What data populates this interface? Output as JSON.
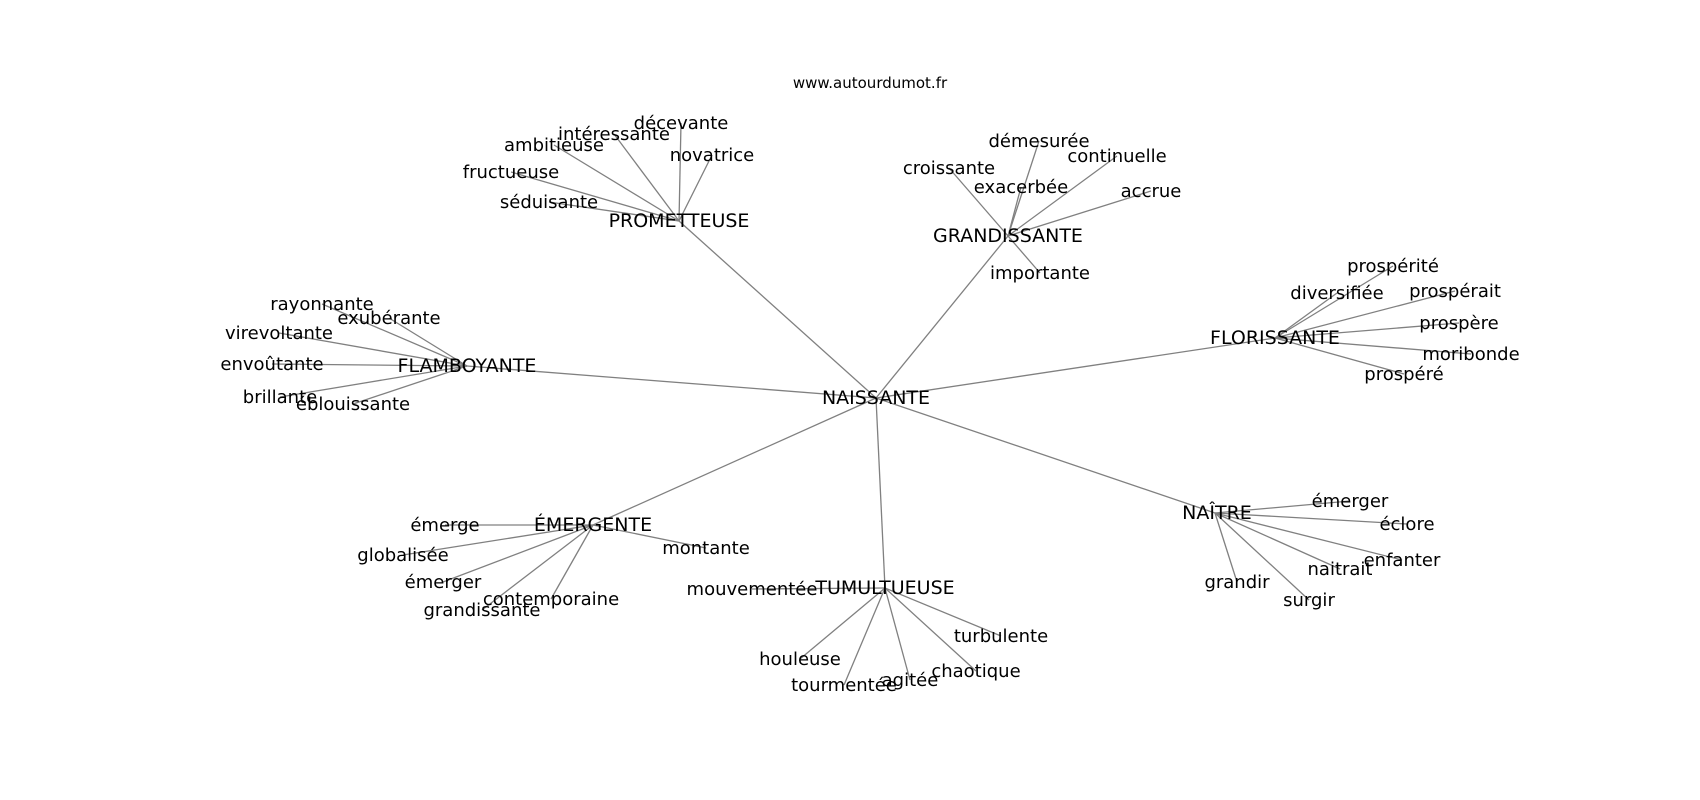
{
  "site": "www.autourdumot.fr",
  "center": "NAISSANTE",
  "clusters": [
    {
      "name": "PROMETTEUSE",
      "leaves": [
        "décevante",
        "intéressante",
        "ambitieuse",
        "novatrice",
        "fructueuse",
        "séduisante"
      ]
    },
    {
      "name": "GRANDISSANTE",
      "leaves": [
        "démesurée",
        "continuelle",
        "croissante",
        "exacerbée",
        "accrue",
        "importante"
      ]
    },
    {
      "name": "FLAMBOYANTE",
      "leaves": [
        "rayonnante",
        "exubérante",
        "virevoltante",
        "envoûtante",
        "brillante",
        "éblouissante"
      ]
    },
    {
      "name": "FLORISSANTE",
      "leaves": [
        "prospérité",
        "diversifiée",
        "prospérait",
        "prospère",
        "moribonde",
        "prospéré"
      ]
    },
    {
      "name": "ÉMERGENTE",
      "leaves": [
        "émerge",
        "globalisée",
        "émerger",
        "contemporaine",
        "grandissante",
        "montante"
      ]
    },
    {
      "name": "TUMULTUEUSE",
      "leaves": [
        "mouvementée",
        "turbulente",
        "houleuse",
        "chaotique",
        "agitée",
        "tourmentée"
      ]
    },
    {
      "name": "NAÎTRE",
      "leaves": [
        "émerger",
        "éclore",
        "enfanter",
        "naitrait",
        "grandir",
        "surgir"
      ]
    }
  ]
}
